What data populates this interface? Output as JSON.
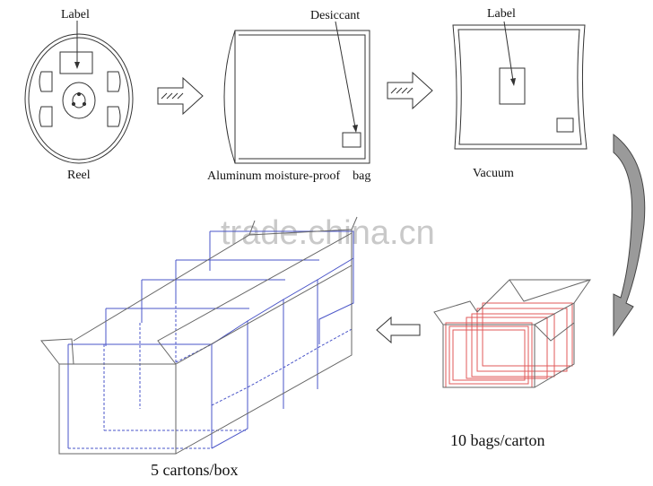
{
  "diagram": {
    "labels": {
      "label_reel": "Label",
      "reel": "Reel",
      "desiccant": "Desiccant",
      "bag": "Aluminum moisture-proof    bag",
      "label_vacuum": "Label",
      "vacuum": "Vacuum",
      "carton": "10 bags/carton",
      "box": "5 cartons/box"
    },
    "watermark": "trade.china.cn",
    "colors": {
      "line": "#333333",
      "carton_lines": "#4a55c8",
      "bag_lines": "#e05a5a",
      "curved_arrow": "#9a9a9a",
      "watermark": "#c9c9c9"
    }
  }
}
